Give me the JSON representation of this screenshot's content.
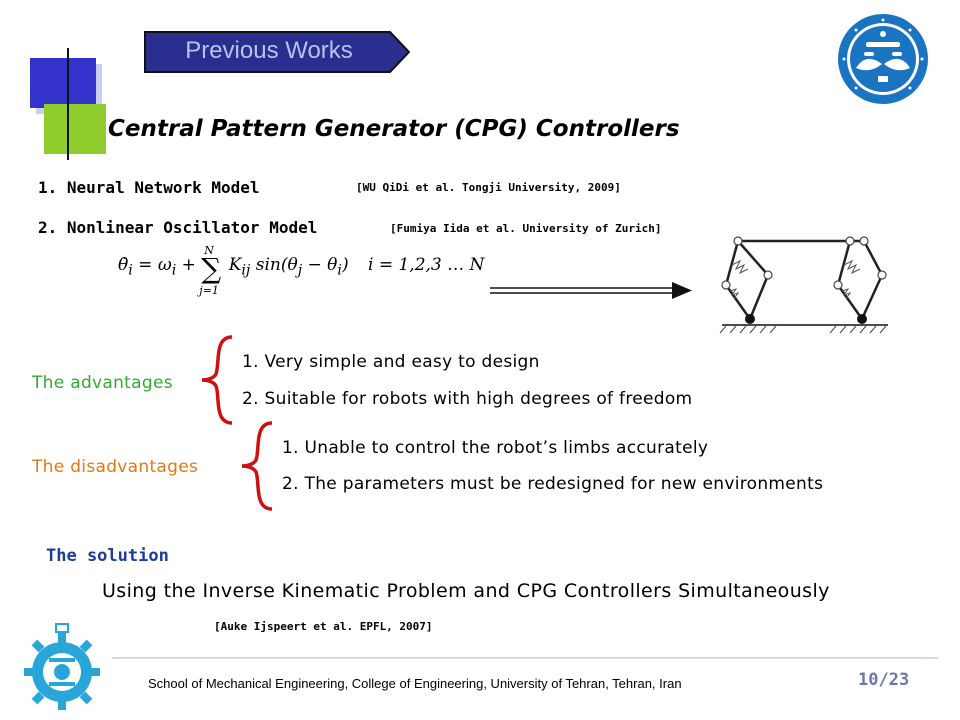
{
  "banner": {
    "label": "Previous Works"
  },
  "title": "Central Pattern Generator (CPG) Controllers",
  "models": [
    {
      "label": "1. Neural Network Model",
      "citation": "[WU QiDi et al. Tongji University, 2009]"
    },
    {
      "label": "2. Nonlinear Oscillator Model",
      "citation": "[Fumiya Iida et al. University of Zurich]"
    }
  ],
  "equation": {
    "lhs": "θ̇",
    "sub_i": "i",
    "eq": " = ω",
    "plus": " + ",
    "sum_top": "N",
    "sum_bottom": "j=1",
    "sigma": "∑",
    "k": "K",
    "k_sub": "ij",
    "sin": " sin(θ",
    "sub_j": "j",
    "minus": " − θ",
    "close": ")",
    "range": "i = 1,2,3 … N"
  },
  "advantages": {
    "label": "The advantages",
    "items": [
      "1. Very simple and easy to design",
      "2. Suitable for robots with high degrees of freedom"
    ]
  },
  "disadvantages": {
    "label": "The disadvantages",
    "items": [
      "1. Unable to control the robot’s limbs accurately",
      "2. The parameters must be redesigned for new environments"
    ]
  },
  "solution": {
    "heading": "The solution",
    "text": "Using the Inverse Kinematic Problem and CPG Controllers Simultaneously",
    "citation": "[Auke Ijspeert et al. EPFL, 2007]"
  },
  "footer": {
    "text": "School of Mechanical Engineering, College of Engineering, University of Tehran, Tehran, Iran",
    "page": "10/23"
  },
  "colors": {
    "banner": "#2a2f8f",
    "green": "#33aa33",
    "orange": "#e07a1a",
    "brace": "#cc1111",
    "solution": "#1a3c9e",
    "logo": "#1a74c2"
  },
  "icons": {
    "university_logo": "university-of-tehran-logo",
    "faculty_logo": "faculty-gear-logo",
    "robot": "quadruped-robot-diagram",
    "arrow": "double-arrow-icon"
  }
}
